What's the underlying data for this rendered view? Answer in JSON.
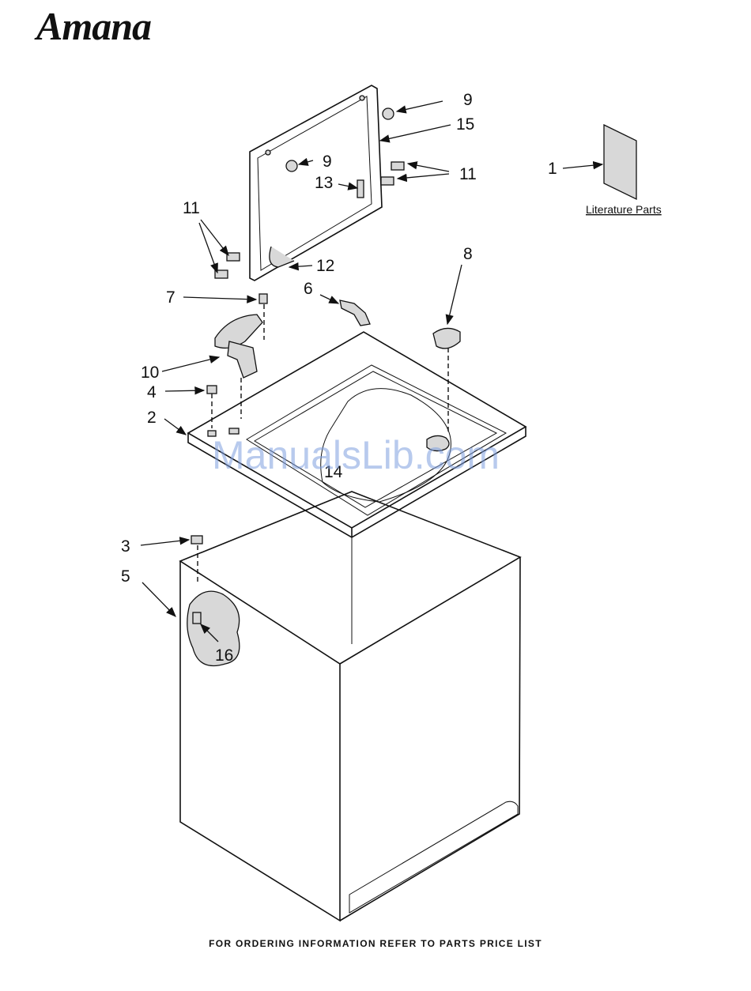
{
  "brand": "Amana",
  "footer": "FOR ORDERING INFORMATION REFER TO PARTS PRICE LIST",
  "watermark": "ManualsLib.com",
  "literature_label": "Literature Parts",
  "callouts": {
    "c1": "1",
    "c2": "2",
    "c3": "3",
    "c4": "4",
    "c5": "5",
    "c6": "6",
    "c7": "7",
    "c8": "8",
    "c9a": "9",
    "c9b": "9",
    "c10": "10",
    "c11a": "11",
    "c11b": "11",
    "c12": "12",
    "c13": "13",
    "c14": "14",
    "c15": "15",
    "c16": "16"
  }
}
